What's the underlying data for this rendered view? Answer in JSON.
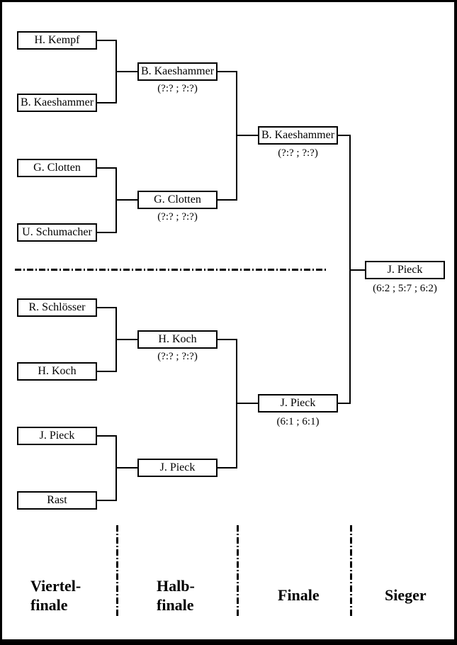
{
  "quarterfinals": [
    "H. Kempf",
    "B. Kaeshammer",
    "G. Clotten",
    "U. Schumacher",
    "R. Schlösser",
    "H. Koch",
    "J. Pieck",
    "Rast"
  ],
  "semifinals": [
    {
      "name": "B. Kaeshammer",
      "score": "(?:? ; ?:?)"
    },
    {
      "name": "G. Clotten",
      "score": "(?:? ; ?:?)"
    },
    {
      "name": "H. Koch",
      "score": "(?:? ; ?:?)"
    },
    {
      "name": "J. Pieck",
      "score": ""
    }
  ],
  "finals": [
    {
      "name": "B. Kaeshammer",
      "score": "(?:? ; ?:?)"
    },
    {
      "name": "J. Pieck",
      "score": "(6:1 ; 6:1)"
    }
  ],
  "winner": {
    "name": "J. Pieck",
    "score": "(6:2 ; 5:7 ; 6:2)"
  },
  "round_labels": {
    "quarterfinal": "Viertel-\nfinale",
    "semifinal": "Halb-\nfinale",
    "final": "Finale",
    "winner": "Sieger"
  },
  "colors": {
    "line": "#000000",
    "background": "#ffffff",
    "text": "#000000"
  }
}
